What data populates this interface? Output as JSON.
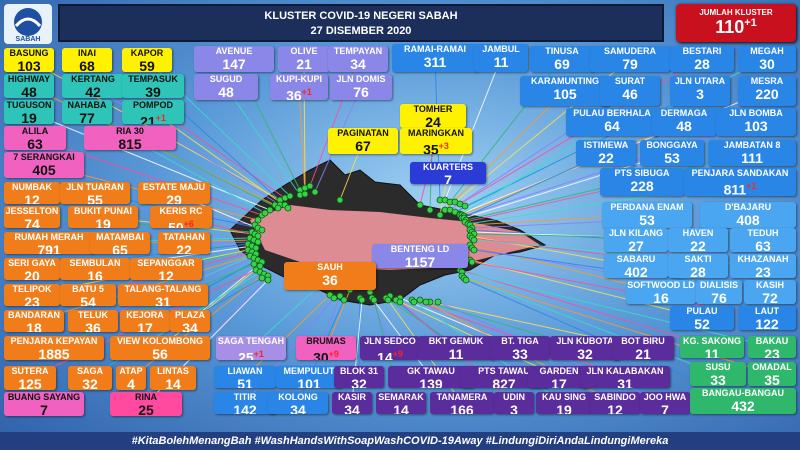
{
  "header": {
    "title": "KLUSTER COVID-19 NEGERI SABAH",
    "date": "27 DISEMBER 2020"
  },
  "total": {
    "label": "JUMLAH KLUSTER",
    "value": "110",
    "new": "+1"
  },
  "logo": {
    "text": "SABAH"
  },
  "footer": {
    "text": "#KitaBolehMenangBah #WashHandsWithSoapWashCOVID-19Away #LindungiDiriAndaLindungiMereka"
  },
  "clusters": [
    {
      "name": "BASUNG",
      "value": "103",
      "new": ""
    },
    {
      "name": "INAI",
      "value": "68",
      "new": ""
    },
    {
      "name": "KAPOR",
      "value": "59",
      "new": ""
    },
    {
      "name": "HIGHWAY",
      "value": "48",
      "new": ""
    },
    {
      "name": "KERTANG",
      "value": "42",
      "new": ""
    },
    {
      "name": "TEMPASUK",
      "value": "39",
      "new": ""
    },
    {
      "name": "TUGUSON",
      "value": "19",
      "new": ""
    },
    {
      "name": "NAHABA",
      "value": "77",
      "new": ""
    },
    {
      "name": "POMPOD",
      "value": "21",
      "new": "+1"
    },
    {
      "name": "ALILA",
      "value": "63",
      "new": ""
    },
    {
      "name": "RIA 30",
      "value": "815",
      "new": ""
    },
    {
      "name": "7 SERANGKAI",
      "value": "405",
      "new": ""
    },
    {
      "name": "NUMBAK",
      "value": "12",
      "new": ""
    },
    {
      "name": "JLN TUARAN",
      "value": "55",
      "new": ""
    },
    {
      "name": "ESTATE MAJU",
      "value": "29",
      "new": ""
    },
    {
      "name": "JESSELTON",
      "value": "74",
      "new": ""
    },
    {
      "name": "BUKIT PUNAI",
      "value": "19",
      "new": ""
    },
    {
      "name": "KERIS RC",
      "value": "50",
      "new": "+6"
    },
    {
      "name": "RUMAH MERAH",
      "value": "791",
      "new": ""
    },
    {
      "name": "MATAMBAI",
      "value": "65",
      "new": ""
    },
    {
      "name": "TATAHAN",
      "value": "22",
      "new": ""
    },
    {
      "name": "SERI GAYA",
      "value": "20",
      "new": ""
    },
    {
      "name": "SEMBULAN",
      "value": "16",
      "new": ""
    },
    {
      "name": "SEPANGGAR",
      "value": "12",
      "new": ""
    },
    {
      "name": "TELIPOK",
      "value": "23",
      "new": ""
    },
    {
      "name": "BATU 5",
      "value": "54",
      "new": ""
    },
    {
      "name": "TALANG-TALANG",
      "value": "31",
      "new": ""
    },
    {
      "name": "BANDARAN",
      "value": "18",
      "new": ""
    },
    {
      "name": "TELUK",
      "value": "36",
      "new": ""
    },
    {
      "name": "KEJORA",
      "value": "17",
      "new": ""
    },
    {
      "name": "PLAZA",
      "value": "34",
      "new": ""
    },
    {
      "name": "PENJARA KEPAYAN",
      "value": "1885",
      "new": ""
    },
    {
      "name": "VIEW KOLOMBONG",
      "value": "56",
      "new": ""
    },
    {
      "name": "SUTERA",
      "value": "125",
      "new": ""
    },
    {
      "name": "SAGA",
      "value": "32",
      "new": ""
    },
    {
      "name": "ATAP",
      "value": "4",
      "new": ""
    },
    {
      "name": "LINTAS",
      "value": "14",
      "new": ""
    },
    {
      "name": "BUANG SAYANG",
      "value": "7",
      "new": ""
    },
    {
      "name": "RINA",
      "value": "25",
      "new": ""
    },
    {
      "name": "AVENUE",
      "value": "147",
      "new": ""
    },
    {
      "name": "OLIVE",
      "value": "21",
      "new": ""
    },
    {
      "name": "TEMPAYAN",
      "value": "34",
      "new": ""
    },
    {
      "name": "SUGUD",
      "value": "48",
      "new": ""
    },
    {
      "name": "KUPI-KUPI",
      "value": "36",
      "new": "+1"
    },
    {
      "name": "JLN DOMIS",
      "value": "76",
      "new": ""
    },
    {
      "name": "RAMAI-RAMAI",
      "value": "311",
      "new": ""
    },
    {
      "name": "JAMBUL",
      "value": "11",
      "new": ""
    },
    {
      "name": "TINUSA",
      "value": "69",
      "new": ""
    },
    {
      "name": "SAMUDERA",
      "value": "79",
      "new": ""
    },
    {
      "name": "BESTARI",
      "value": "28",
      "new": ""
    },
    {
      "name": "MEGAH",
      "value": "30",
      "new": ""
    },
    {
      "name": "KARAMUNTING",
      "value": "105",
      "new": ""
    },
    {
      "name": "SURAT",
      "value": "46",
      "new": ""
    },
    {
      "name": "JLN UTARA",
      "value": "3",
      "new": ""
    },
    {
      "name": "MESRA",
      "value": "220",
      "new": ""
    },
    {
      "name": "TOMHER",
      "value": "24",
      "new": ""
    },
    {
      "name": "PAGINATAN",
      "value": "67",
      "new": ""
    },
    {
      "name": "MARINGKAN",
      "value": "35",
      "new": "+3"
    },
    {
      "name": "PULAU BERHALA",
      "value": "64",
      "new": ""
    },
    {
      "name": "DERMAGA",
      "value": "48",
      "new": ""
    },
    {
      "name": "JLN BOMBA",
      "value": "103",
      "new": ""
    },
    {
      "name": "ISTIMEWA",
      "value": "22",
      "new": ""
    },
    {
      "name": "BONGGAYA",
      "value": "53",
      "new": ""
    },
    {
      "name": "JAMBATAN 8",
      "value": "111",
      "new": ""
    },
    {
      "name": "KUARTERS",
      "value": "7",
      "new": ""
    },
    {
      "name": "PTS SIBUGA",
      "value": "228",
      "new": ""
    },
    {
      "name": "PENJARA SANDAKAN",
      "value": "811",
      "new": "+1"
    },
    {
      "name": "PERDANA ENAM",
      "value": "53",
      "new": ""
    },
    {
      "name": "D'BAJARU",
      "value": "408",
      "new": ""
    },
    {
      "name": "JLN KILANG",
      "value": "27",
      "new": ""
    },
    {
      "name": "HAVEN",
      "value": "22",
      "new": ""
    },
    {
      "name": "TEDUH",
      "value": "63",
      "new": ""
    },
    {
      "name": "SABARU",
      "value": "402",
      "new": ""
    },
    {
      "name": "SAKTI",
      "value": "28",
      "new": ""
    },
    {
      "name": "KHAZANAH",
      "value": "23",
      "new": ""
    },
    {
      "name": "SOFTWOOD LD",
      "value": "16",
      "new": ""
    },
    {
      "name": "DIALISIS",
      "value": "76",
      "new": ""
    },
    {
      "name": "KASIH",
      "value": "72",
      "new": ""
    },
    {
      "name": "BENTENG LD",
      "value": "1157",
      "new": ""
    },
    {
      "name": "SAUH",
      "value": "36",
      "new": ""
    },
    {
      "name": "PULAU",
      "value": "52",
      "new": ""
    },
    {
      "name": "LAUT",
      "value": "122",
      "new": ""
    },
    {
      "name": "SAGA TENGAH",
      "value": "25",
      "new": "+1"
    },
    {
      "name": "BRUMAS",
      "value": "30",
      "new": "+9"
    },
    {
      "name": "JLN SEDCO",
      "value": "14",
      "new": "+9"
    },
    {
      "name": "BKT GEMUK",
      "value": "11",
      "new": ""
    },
    {
      "name": "BT. TIGA",
      "value": "33",
      "new": ""
    },
    {
      "name": "JLN KUBOTA",
      "value": "32",
      "new": ""
    },
    {
      "name": "BOT BIRU",
      "value": "21",
      "new": ""
    },
    {
      "name": "KG. SAKONG",
      "value": "11",
      "new": ""
    },
    {
      "name": "BAKAU",
      "value": "23",
      "new": ""
    },
    {
      "name": "LIAWAN",
      "value": "51",
      "new": ""
    },
    {
      "name": "MEMPULUT",
      "value": "101",
      "new": ""
    },
    {
      "name": "BLOK 31",
      "value": "32",
      "new": ""
    },
    {
      "name": "GK TAWAU",
      "value": "139",
      "new": ""
    },
    {
      "name": "PTS TAWAU",
      "value": "827",
      "new": ""
    },
    {
      "name": "GARDEN",
      "value": "17",
      "new": ""
    },
    {
      "name": "JLN KALABAKAN",
      "value": "31",
      "new": ""
    },
    {
      "name": "SUSU",
      "value": "33",
      "new": ""
    },
    {
      "name": "OMADAL",
      "value": "35",
      "new": ""
    },
    {
      "name": "TITIR",
      "value": "142",
      "new": ""
    },
    {
      "name": "KOLONG",
      "value": "34",
      "new": ""
    },
    {
      "name": "KASIR",
      "value": "34",
      "new": ""
    },
    {
      "name": "SEMARAK",
      "value": "14",
      "new": ""
    },
    {
      "name": "TANAMERA",
      "value": "166",
      "new": ""
    },
    {
      "name": "UDIN",
      "value": "3",
      "new": ""
    },
    {
      "name": "KAU SING",
      "value": "19",
      "new": ""
    },
    {
      "name": "SABINDO",
      "value": "12",
      "new": ""
    },
    {
      "name": "JOO HWA",
      "value": "7",
      "new": ""
    },
    {
      "name": "BANGAU-BANGAU",
      "value": "432",
      "new": ""
    }
  ]
}
